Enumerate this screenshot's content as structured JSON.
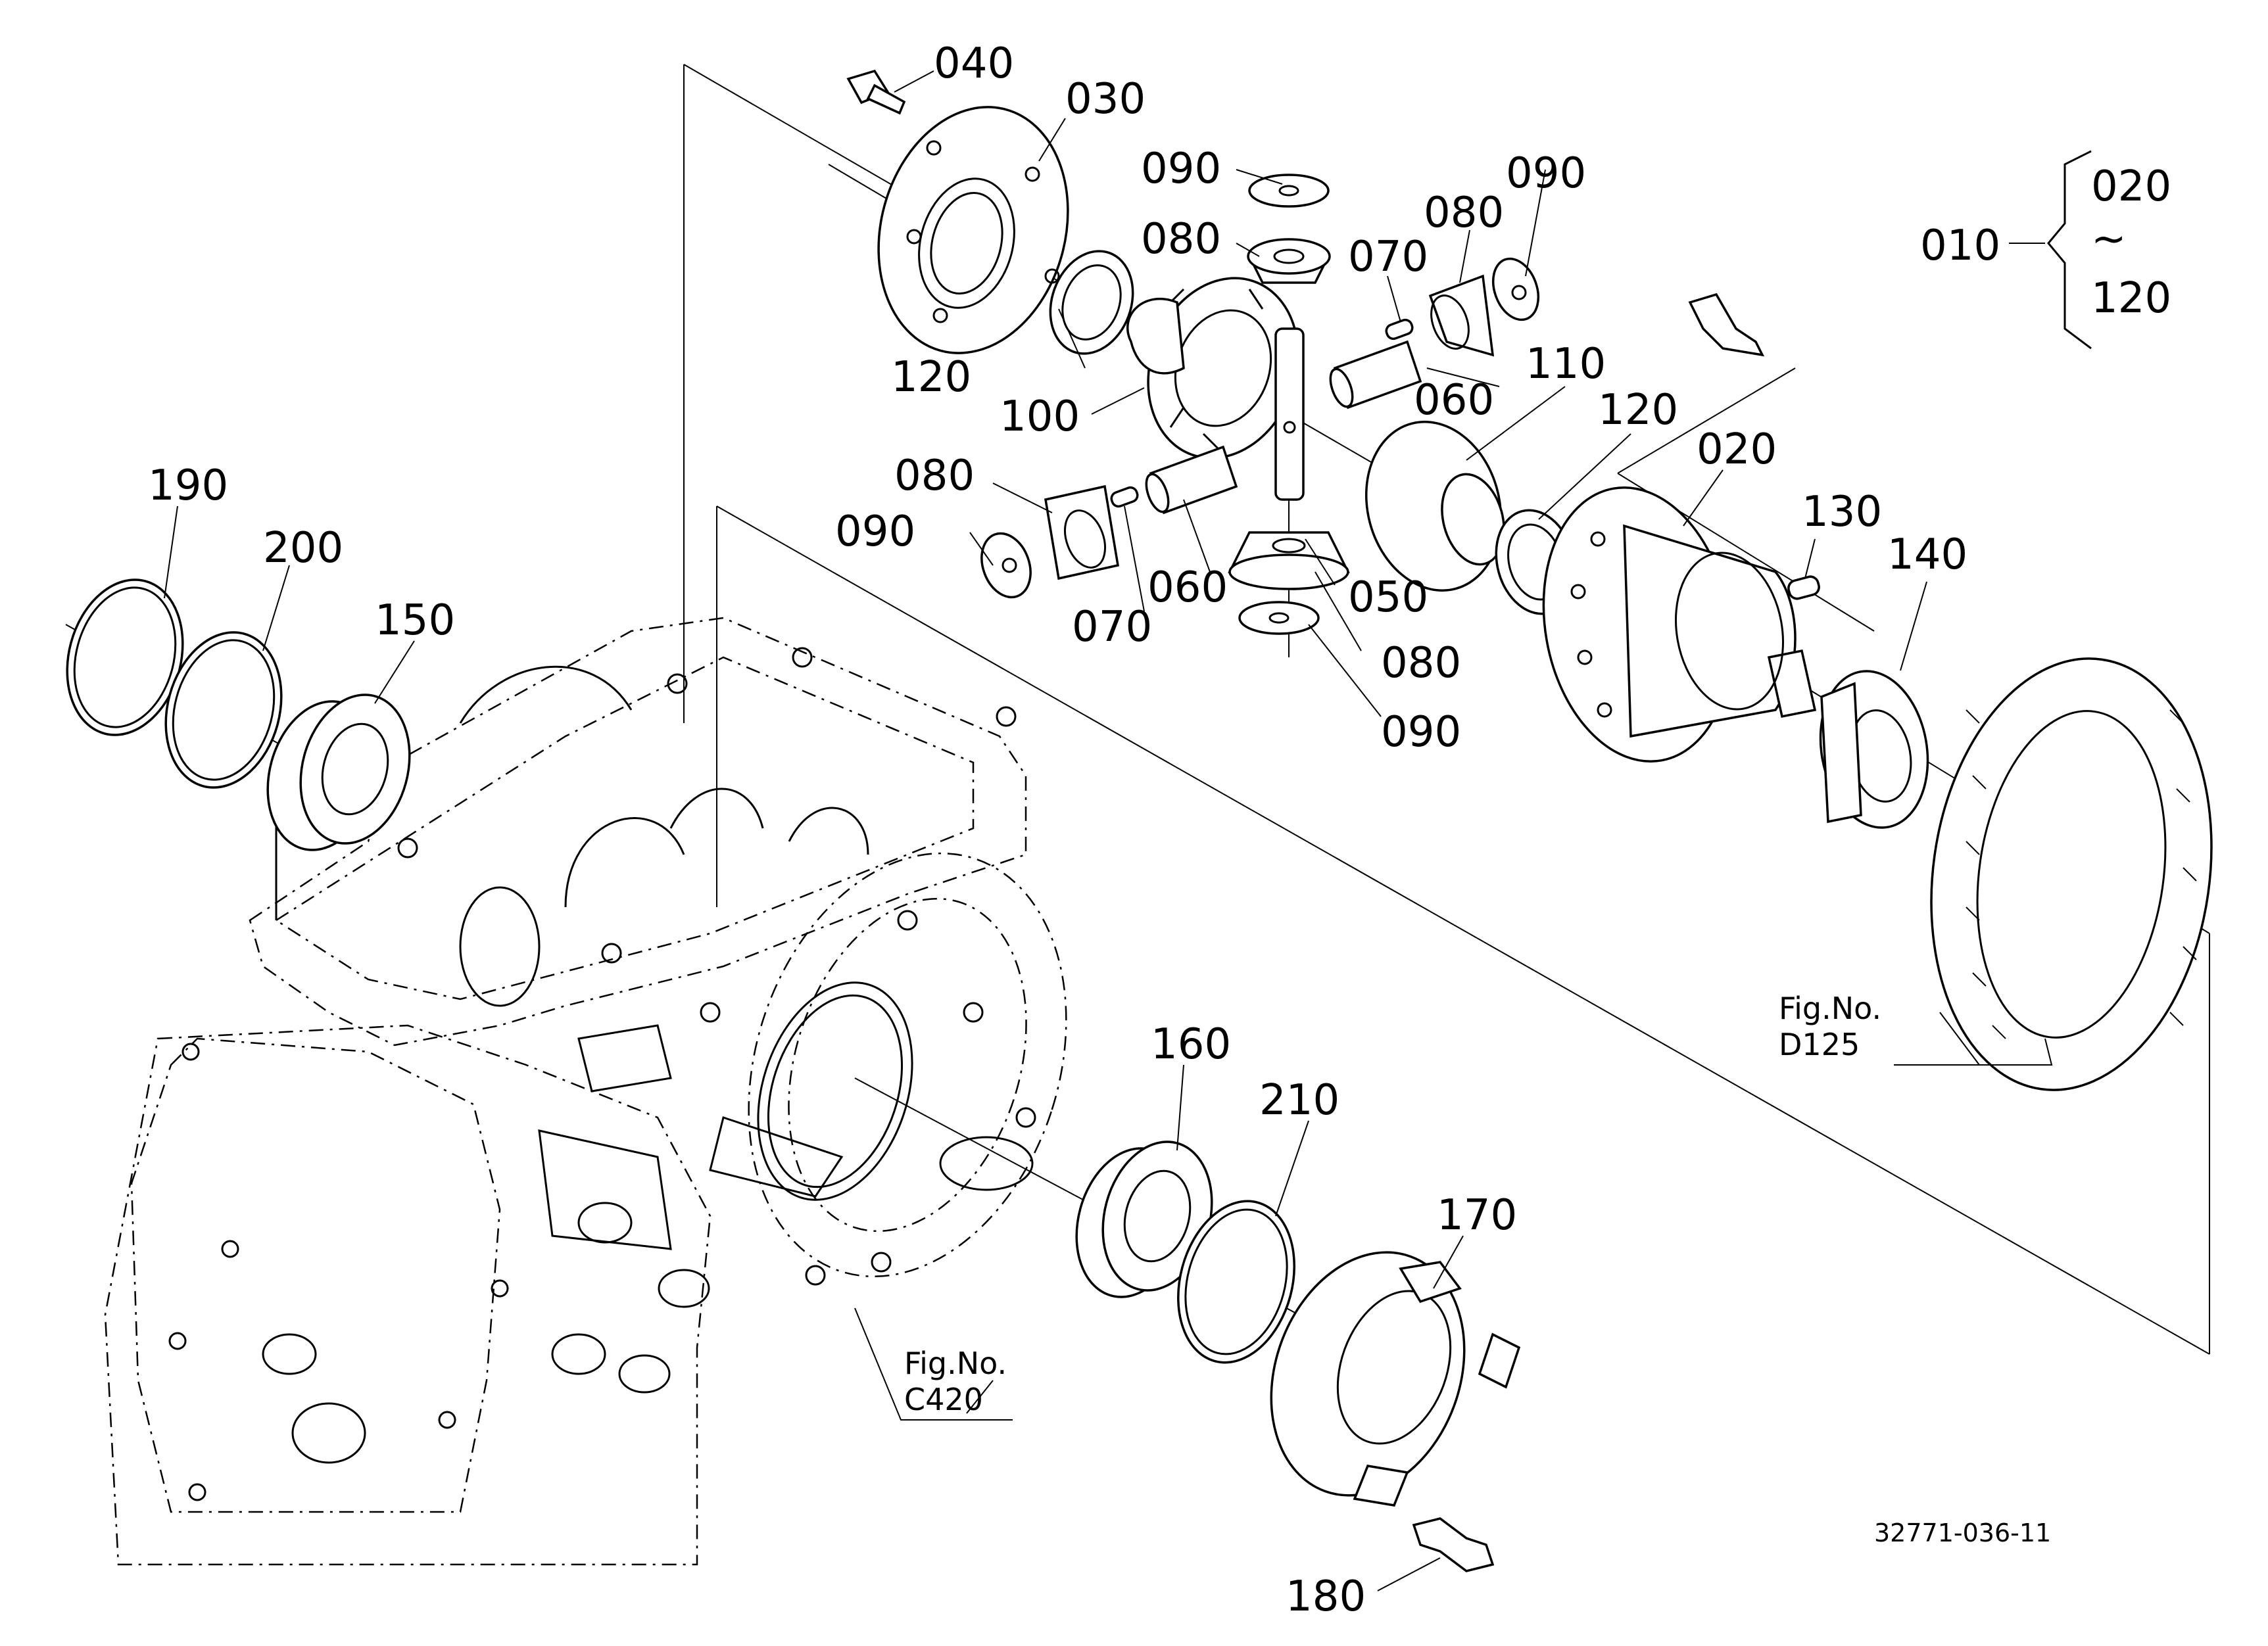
{
  "labels": {
    "p010": "010",
    "p020a": "020",
    "p020b": "020",
    "p030": "030",
    "p040": "040",
    "p050": "050",
    "p060a": "060",
    "p060b": "060",
    "p070a": "070",
    "p070b": "070",
    "p080a": "080",
    "p080b": "080",
    "p080c": "080",
    "p080d": "080",
    "p090a": "090",
    "p090b": "090",
    "p090c": "090",
    "p090d": "090",
    "p100": "100",
    "p110": "110",
    "p120a": "120",
    "p120b": "120",
    "p120c": "120",
    "p130": "130",
    "p140": "140",
    "p150": "150",
    "p160": "160",
    "p170": "170",
    "p180": "180",
    "p190": "190",
    "p200": "200",
    "p210": "210",
    "tilde": "~"
  },
  "refs": {
    "d125_line1": "Fig.No.",
    "d125_line2": "D125",
    "c420_line1": "Fig.No.",
    "c420_line2": "C420"
  },
  "drawing_code": "32771-036-11"
}
